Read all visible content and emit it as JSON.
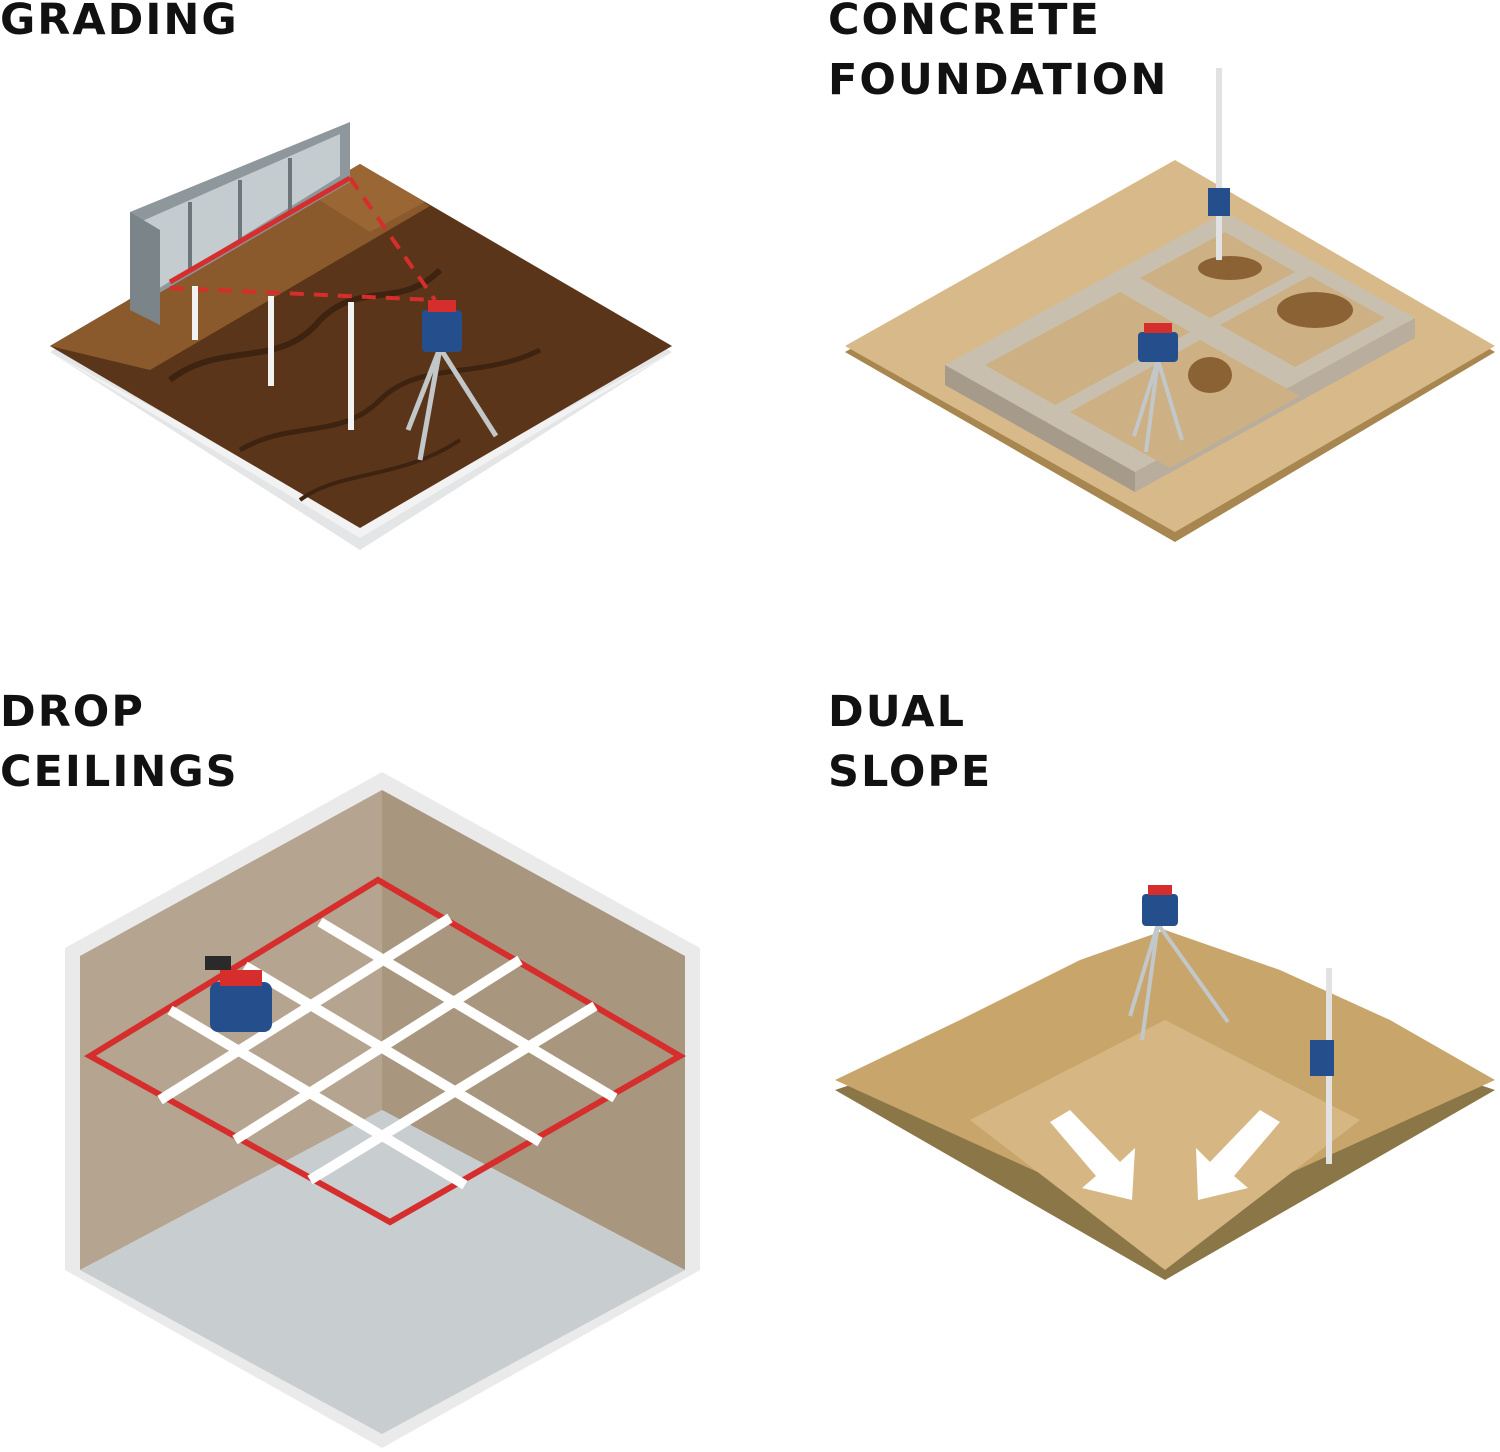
{
  "headings": {
    "grading": "GRADING",
    "concrete_foundation": "CONCRETE\nFOUNDATION",
    "drop_ceilings": "DROP\nCEILINGS",
    "dual_slope": "DUAL\nSLOPE"
  },
  "colors": {
    "heading_text": "#111111",
    "laser_red": "#d62d2d",
    "tool_blue": "#244f8c",
    "soil_dark": "#5a3519",
    "sand": "#c8a66b",
    "concrete_wall": "#c9bfae",
    "ceiling_wall": "#b5a48f",
    "floor_concrete": "#c8cdd0"
  }
}
